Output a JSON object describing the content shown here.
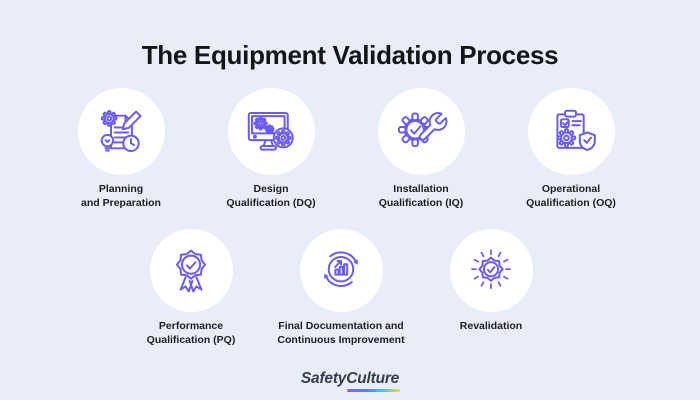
{
  "colors": {
    "accent": "#6b5cf0",
    "bg": "#e9edf8",
    "ink": "#1d1d25",
    "title_ink": "#141419",
    "logo_ink": "#333e4d",
    "grad1": "#8a63f6",
    "grad2": "#587bf7",
    "grad3": "#2ec5ee",
    "grad4": "#f6d53c"
  },
  "header": {
    "title": "The Equipment Validation Process"
  },
  "stages": [
    {
      "label": "Planning\nand Preparation",
      "icon": "planning-preparation-icon"
    },
    {
      "label": "Design\nQualification (DQ)",
      "icon": "design-qualification-icon"
    },
    {
      "label": "Installation\nQualification (IQ)",
      "icon": "installation-qualification-icon"
    },
    {
      "label": "Operational\nQualification (OQ)",
      "icon": "operational-qualification-icon"
    },
    {
      "label": "Performance\nQualification (PQ)",
      "icon": "performance-qualification-icon"
    },
    {
      "label": "Final Documentation and\nContinuous Improvement",
      "icon": "final-documentation-icon"
    },
    {
      "label": "Revalidation",
      "icon": "revalidation-icon"
    }
  ],
  "footer": {
    "brand_part1": "Safety",
    "brand_part2": "Culture"
  }
}
